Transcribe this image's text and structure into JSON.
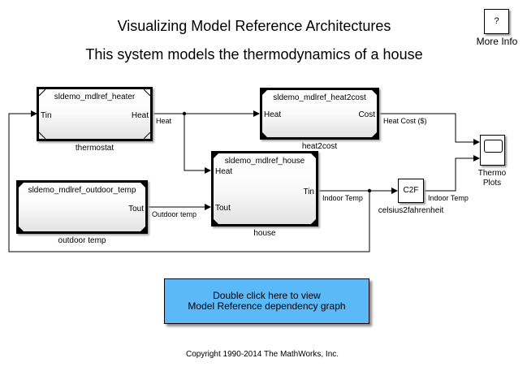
{
  "header": {
    "title": "Visualizing Model Reference Architectures",
    "subtitle": "This system models the thermodynamics of a house"
  },
  "more_info": {
    "glyph": "?",
    "label": "More Info"
  },
  "blocks": {
    "heater": {
      "model": "sldemo_mdlref_heater",
      "caption": "thermostat",
      "in_port": "Tin",
      "out_port": "Heat"
    },
    "heat2cost": {
      "model": "sldemo_mdlref_heat2cost",
      "caption": "heat2cost",
      "in_port": "Heat",
      "out_port": "Cost"
    },
    "house": {
      "model": "sldemo_mdlref_house",
      "caption": "house",
      "in_ports": [
        "Heat",
        "Tout"
      ],
      "out_port": "Tin"
    },
    "outdoor": {
      "model": "sldemo_mdlref_outdoor_temp",
      "caption": "outdoor temp",
      "out_port": "Tout"
    },
    "c2f": {
      "label": "C2F",
      "caption": "celsius2fahrenheit"
    },
    "scope": {
      "caption_line1": "Thermo",
      "caption_line2": "Plots",
      "icon": "scope-icon"
    }
  },
  "signals": {
    "heat": "Heat",
    "heat_cost": "Heat Cost ($)",
    "outdoor_temp": "Outdoor temp",
    "indoor_temp_1": "Indoor Temp",
    "indoor_temp_2": "Indoor Temp"
  },
  "dependency_button": {
    "line1": "Double click here to view",
    "line2": "Model Reference dependency graph",
    "color": "#5bb9f7"
  },
  "footer": {
    "copyright": "Copyright 1990-2014 The MathWorks, Inc."
  }
}
